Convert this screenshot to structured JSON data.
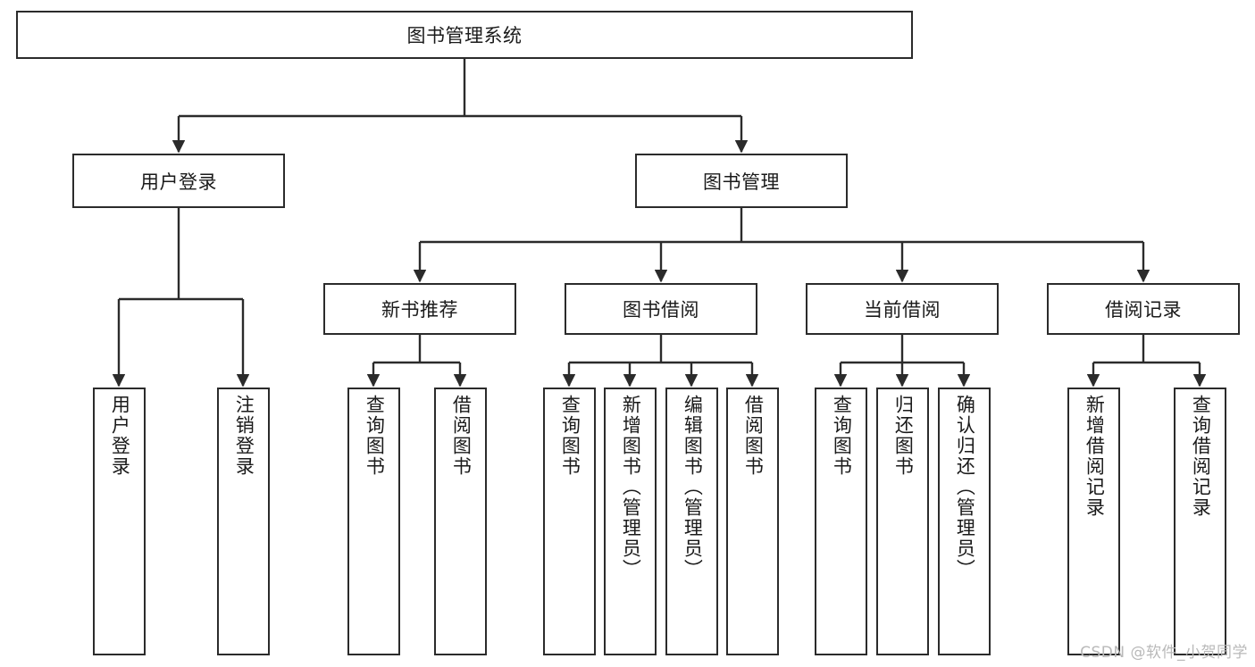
{
  "diagram": {
    "title": "图书管理系统",
    "type": "tree-hierarchy",
    "watermark": "CSDN @软件_小贺同学",
    "colors": {
      "stroke": "#2b2b2b",
      "fill": "#ffffff",
      "text": "#1a1a1a",
      "watermark": "#b9b9b9"
    },
    "root": {
      "label": "图书管理系统"
    },
    "level1": [
      {
        "id": "user-login",
        "label": "用户登录"
      },
      {
        "id": "book-manage",
        "label": "图书管理"
      }
    ],
    "level2": [
      {
        "id": "new-book-rec",
        "label": "新书推荐"
      },
      {
        "id": "book-borrow",
        "label": "图书借阅"
      },
      {
        "id": "current-borrow",
        "label": "当前借阅"
      },
      {
        "id": "borrow-record",
        "label": "借阅记录"
      }
    ],
    "leaves": {
      "user_login": [
        {
          "id": "leaf-user-login",
          "label": "用户登录"
        },
        {
          "id": "leaf-user-logout",
          "label": "注销登录"
        }
      ],
      "new_book_rec": [
        {
          "id": "leaf-query-book-1",
          "label": "查询图书"
        },
        {
          "id": "leaf-borrow-book-1",
          "label": "借阅图书"
        }
      ],
      "book_borrow": [
        {
          "id": "leaf-query-book-2",
          "label": "查询图书"
        },
        {
          "id": "leaf-add-book",
          "label": "新增图书（管理员）"
        },
        {
          "id": "leaf-edit-book",
          "label": "编辑图书（管理员）"
        },
        {
          "id": "leaf-borrow-book-2",
          "label": "借阅图书"
        }
      ],
      "current_borrow": [
        {
          "id": "leaf-query-book-3",
          "label": "查询图书"
        },
        {
          "id": "leaf-return-book",
          "label": "归还图书"
        },
        {
          "id": "leaf-confirm-return",
          "label": "确认归还（管理员）"
        }
      ],
      "borrow_record": [
        {
          "id": "leaf-add-record",
          "label": "新增借阅记录"
        },
        {
          "id": "leaf-query-record",
          "label": "查询借阅记录"
        }
      ]
    }
  }
}
